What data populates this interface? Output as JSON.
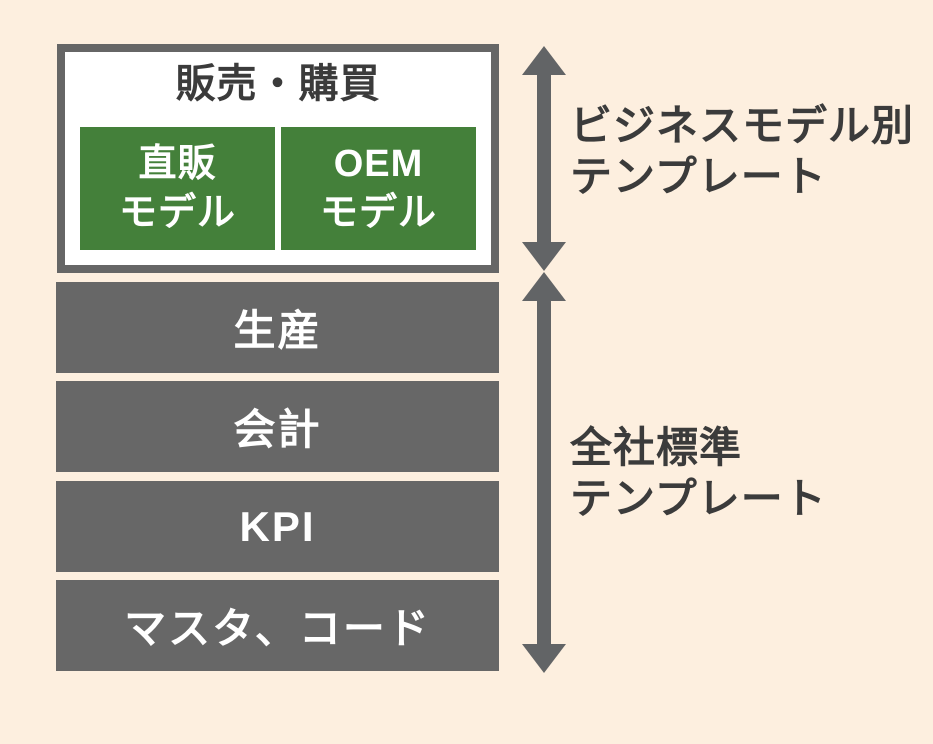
{
  "colors": {
    "background": "#fdefdf",
    "group_box_border": "#666666",
    "group_box_fill": "#ffffff",
    "model_box_green": "#44803a",
    "layer_box_gray": "#676767",
    "arrow_gray": "#626466",
    "dark_text": "#3b3b3b",
    "light_text": "#ffffff"
  },
  "diagram": {
    "business_group": {
      "title": "販売・購買",
      "models": [
        {
          "label": "直販\nモデル"
        },
        {
          "label": "OEM\nモデル"
        }
      ]
    },
    "standard_layers": [
      {
        "label": "生産"
      },
      {
        "label": "会計"
      },
      {
        "label": "KPI"
      },
      {
        "label": "マスタ、コード"
      }
    ],
    "annotations": [
      {
        "label": "ビジネスモデル別\nテンプレート"
      },
      {
        "label": "全社標準\nテンプレート"
      }
    ]
  }
}
